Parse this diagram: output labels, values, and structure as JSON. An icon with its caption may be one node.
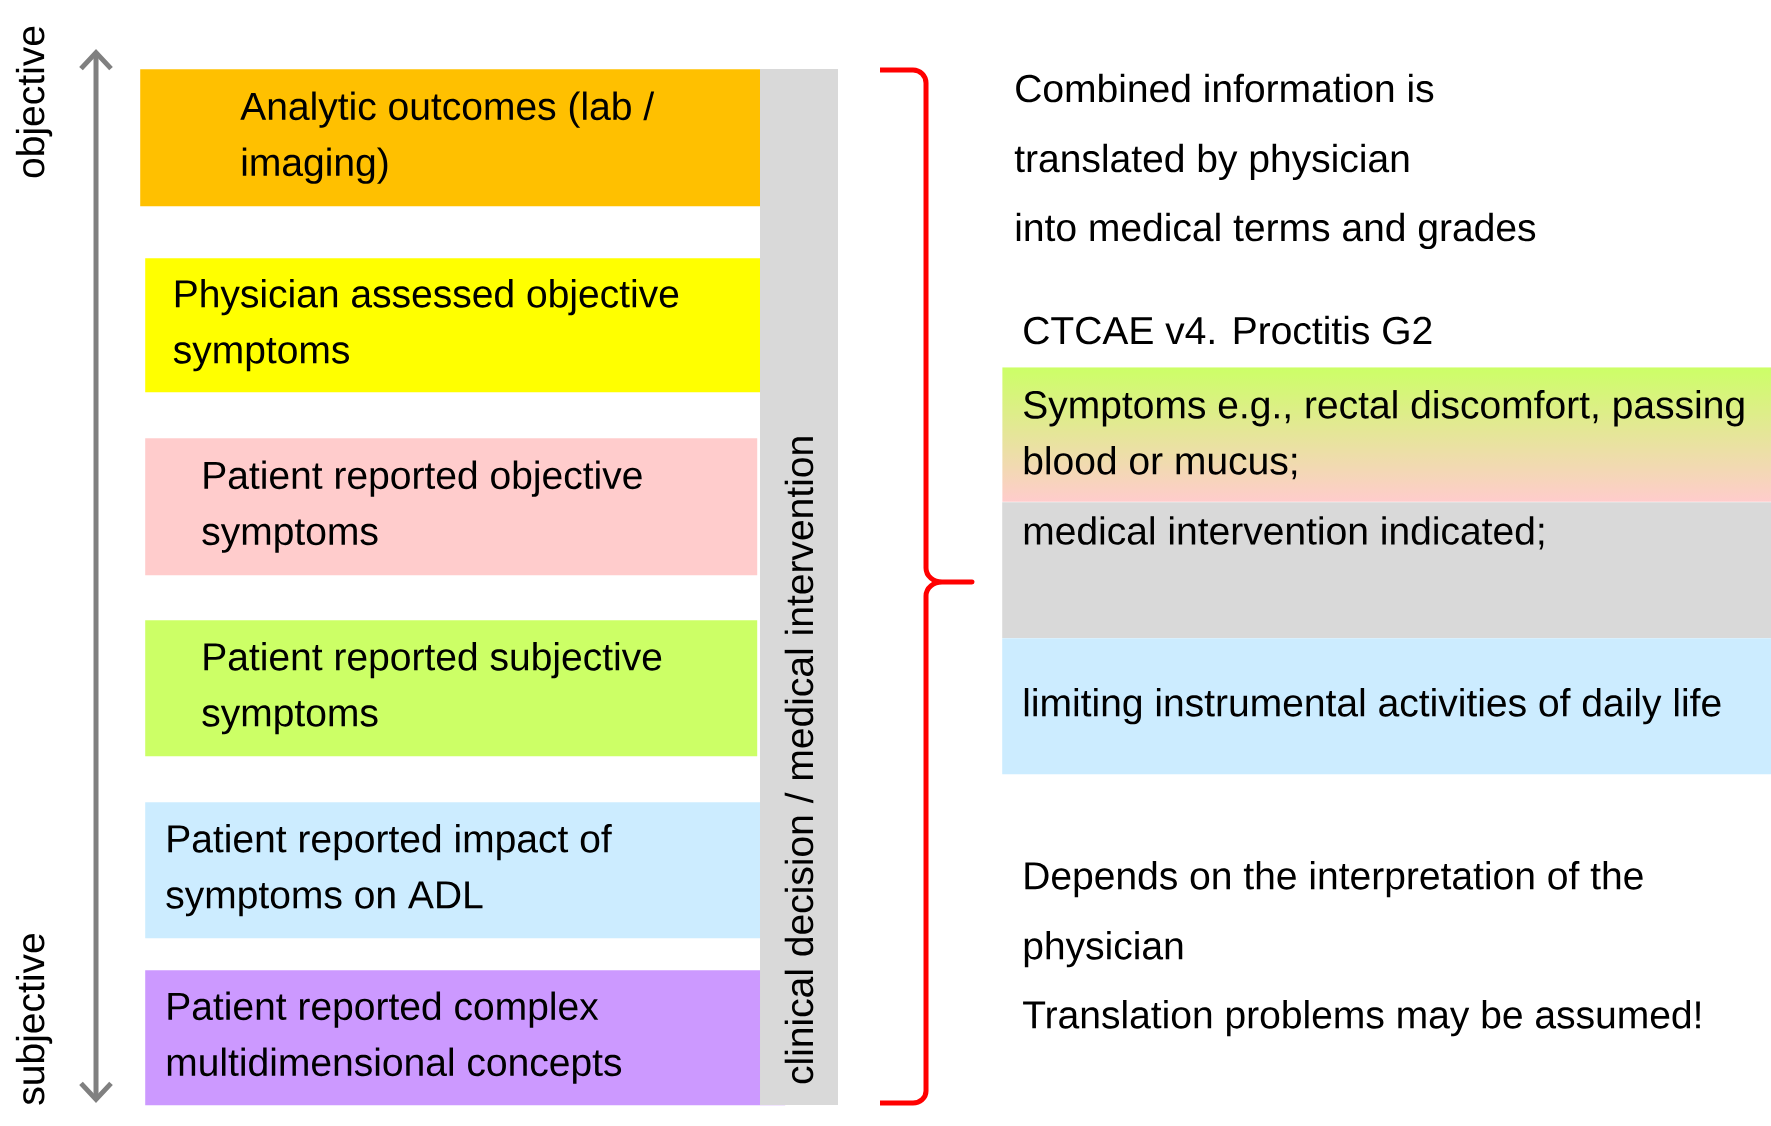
{
  "diagram": {
    "nodes": [
      {
        "text": [
          "Analytic outcomes (lab / imaging)"
        ]
      },
      {
        "text": [
          "Physician assessed objective symptoms"
        ]
      },
      {
        "text": [
          "Patient reported objective symptoms"
        ]
      },
      {
        "text": [
          "Patient reported subjective symptoms"
        ]
      },
      {
        "text": [
          "Patient reported impact of symptoms on ADL"
        ]
      },
      {
        "text": [
          "Patient reported complex multidimensional concepts"
        ]
      },
      {
        "text": [
          "clinical decision / medical intervention"
        ]
      },
      {
        "text": [
          "Symptoms e.g., rectal discomfort, passing blood or mucus;"
        ]
      },
      {
        "text": [
          "medical intervention indicated;"
        ]
      },
      {
        "text": [
          "limiting instrumental activities of daily life"
        ]
      }
    ],
    "labels": [
      "objective",
      "subjective",
      "Combined information is",
      "translated by physician",
      "into medical terms and grades",
      "CTCAE v4. Proctitis G2",
      "Depends on the interpretation of the physician",
      "Translation problems may be assumed!"
    ]
  }
}
